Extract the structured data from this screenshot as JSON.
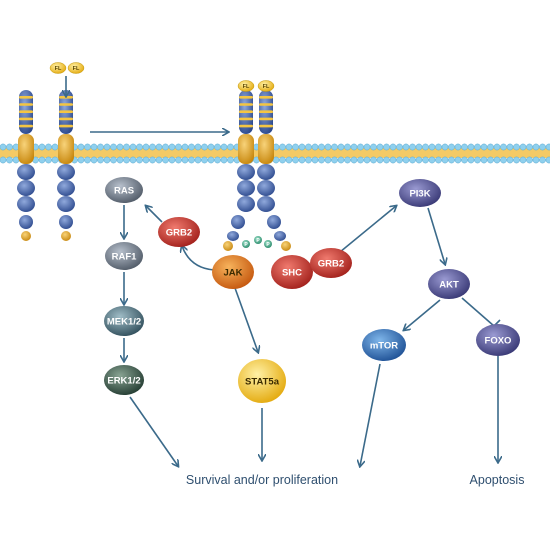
{
  "ligand": "FL",
  "nodes": {
    "ras": "RAS",
    "raf1": "RAF1",
    "mek": "MEK1/2",
    "erk": "ERK1/2",
    "grb2_left": "GRB2",
    "jak": "JAK",
    "shc": "SHC",
    "grb2_right": "GRB2",
    "stat5a": "STAT5a",
    "pi3k": "PI3K",
    "akt": "AKT",
    "mtor": "mTOR",
    "foxo": "FOXO"
  },
  "phospho": "P",
  "outcomes": {
    "survival": "Survival and/or proliferation",
    "apoptosis": "Apoptosis"
  },
  "colors": {
    "membrane_head": "#8fd0ee",
    "membrane_tail": "#f2c14a",
    "receptor_blue": "#3d5fa8",
    "receptor_gold": "#e3a21c",
    "arrow": "#3b6a8a",
    "red": "#c2332b",
    "orange": "#e07c1c",
    "gray": "#5f6a78",
    "purple": "#4b4a8c",
    "teal": "#4a6c7c",
    "blue": "#2f6bb0",
    "yellow": "#f5c51b",
    "green_p": "#3fa98a"
  }
}
